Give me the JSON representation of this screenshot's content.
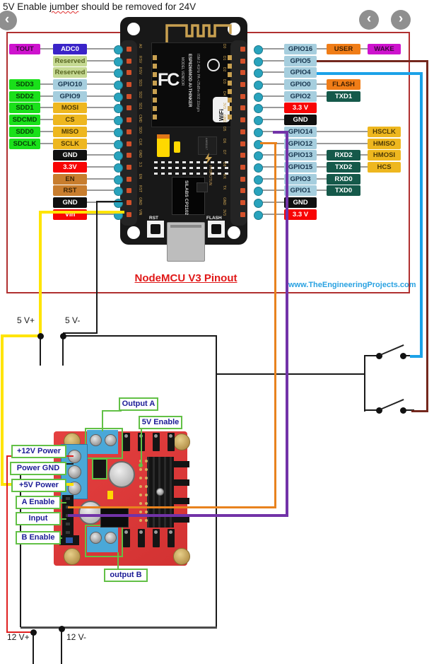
{
  "title": {
    "pre": "5V Enable ",
    "typo": "jumber",
    "post": " should be removed for 24V"
  },
  "nav": {
    "back": "‹",
    "prev": "‹",
    "next": "›"
  },
  "pinout": {
    "heading": "NodeMCU V3 Pinout",
    "website": "www.TheEngineeringProjects.com",
    "left_rows": [
      {
        "o": "TOUT",
        "ok": "magenta",
        "l": "ADC0",
        "k": "indigo"
      },
      {
        "l": "Reserved",
        "k": "lgreen"
      },
      {
        "l": "Reserved",
        "k": "lgreen"
      },
      {
        "o": "SDD3",
        "ok": "green",
        "l": "GPIO10",
        "k": "lblue"
      },
      {
        "o": "SDD2",
        "ok": "green",
        "l": "GPIO9",
        "k": "lblue"
      },
      {
        "o": "SDD1",
        "ok": "green",
        "l": "MOSI",
        "k": "amber"
      },
      {
        "o": "SDCMD",
        "ok": "green",
        "l": "CS",
        "k": "amber"
      },
      {
        "o": "SDD0",
        "ok": "green",
        "l": "MISO",
        "k": "amber"
      },
      {
        "o": "SDCLK",
        "ok": "green",
        "l": "SCLK",
        "k": "amber"
      },
      {
        "l": "GND",
        "k": "black"
      },
      {
        "l": "3.3V",
        "k": "red"
      },
      {
        "l": "EN",
        "k": "tan"
      },
      {
        "l": "RST",
        "k": "tan"
      },
      {
        "l": "GND",
        "k": "black"
      },
      {
        "l": "Vin",
        "k": "red"
      }
    ],
    "right_rows": [
      {
        "l": "GPIO16",
        "k": "lblue",
        "m": "USER",
        "mk": "orange",
        "r": "WAKE",
        "rk": "magenta"
      },
      {
        "l": "GPIO5",
        "k": "lblue"
      },
      {
        "l": "GPIO4",
        "k": "lblue"
      },
      {
        "l": "GPIO0",
        "k": "lblue",
        "m": "FLASH",
        "mk": "orange"
      },
      {
        "l": "GPIO2",
        "k": "lblue",
        "m": "TXD1",
        "mk": "dgreen"
      },
      {
        "l": "3.3 V",
        "k": "red"
      },
      {
        "l": "GND",
        "k": "black"
      },
      {
        "l": "GPIO14",
        "k": "lblue",
        "r": "HSCLK",
        "rk": "amber"
      },
      {
        "l": "GPIO12",
        "k": "lblue",
        "r": "HMISO",
        "rk": "amber"
      },
      {
        "l": "GPIO13",
        "k": "lblue",
        "m": "RXD2",
        "mk": "dgreen",
        "r": "HMOSI",
        "rk": "amber"
      },
      {
        "l": "GPIO15",
        "k": "lblue",
        "m": "TXD2",
        "mk": "dgreen",
        "r": "HCS",
        "rk": "amber"
      },
      {
        "l": "GPIO3",
        "k": "lblue",
        "m": "RXD0",
        "mk": "dgreen"
      },
      {
        "l": "GPIO1",
        "k": "lblue",
        "m": "TXD0",
        "mk": "dgreen"
      },
      {
        "l": "GND",
        "k": "black"
      },
      {
        "l": "3.3 V",
        "k": "red"
      }
    ],
    "board": {
      "fcc": "FC",
      "wifi": "WiFi",
      "module_text_1": "MODEL VENDOR",
      "module_text_2": "ESP8266MOD AI-THINKER",
      "module_text_3": "ISM 2.4GHz PA +25dBm 802.11b/g/n",
      "usb_chip": "SILABS CP2102",
      "regulator": "AMS1117",
      "brand": "HYBROTUN",
      "rst": "RST",
      "flash": "FLASH",
      "left_pins": [
        "A0",
        "RSV",
        "RSV",
        "SD3",
        "SD2",
        "SD1",
        "CMD",
        "SD0",
        "CLK",
        "GND",
        "3.3",
        "EN",
        "RST",
        "GND",
        "VIN"
      ],
      "right_pins": [
        "D0",
        "D1",
        "D2",
        "D3",
        "D4",
        "3V3",
        "GND",
        "D5",
        "D6",
        "D7",
        "D8",
        "RX",
        "TX",
        "GND",
        "3V3"
      ]
    }
  },
  "power": {
    "v5p": "5 V+",
    "v5m": "5 V-",
    "v12p": "12 V+",
    "v12m": "12 V-"
  },
  "l298n": {
    "output_a": "Output A",
    "enable_5v": "5V Enable",
    "p12": "+12V Power",
    "pgnd": "Power GND",
    "p5": "+5V Power",
    "a_en": "A Enable",
    "input": "Input",
    "b_en": "B Enable",
    "output_b": "output B"
  },
  "colors": {
    "magenta": "#ce13ce",
    "indigo": "#3a23c8",
    "lgreen": "#c6da93",
    "green": "#1ae01a",
    "lblue": "#a6cede",
    "amber": "#eeb71f",
    "black": "#101010",
    "red": "#f80505",
    "tan": "#c87d2e",
    "orange": "#f07d17",
    "dgreen": "#15594a",
    "wire_yellow": "#ffe400",
    "wire_black": "#1a1a1a",
    "wire_dark": "#4a4a4a",
    "wire_red": "#e02020",
    "wire_orange": "#e8821e",
    "wire_purple": "#7233a8",
    "wire_blue": "#1ba2e8",
    "wire_maroon": "#74281e",
    "dot_teal": "#29a3bd",
    "line_gray": "#9a9a9a",
    "label_green": "#62c046",
    "label_text": "#1b1b96",
    "border_red": "#b03030",
    "heading_red": "#e01818",
    "website_blue": "#29a2e2"
  }
}
